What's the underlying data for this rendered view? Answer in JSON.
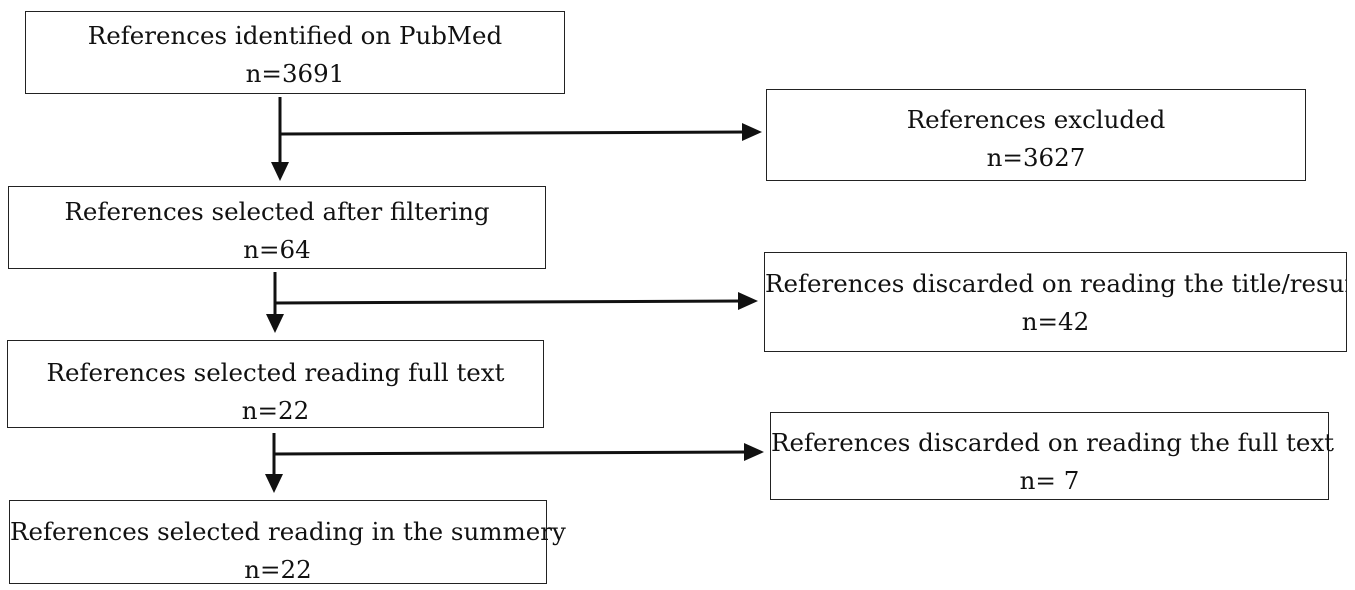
{
  "flow": {
    "identified": {
      "label": "References identified on PubMed",
      "count": "n=3691"
    },
    "filtered": {
      "label": "References selected after filtering",
      "count": "n=64"
    },
    "full_text": {
      "label": "References selected reading full text",
      "count": "n=22"
    },
    "summary": {
      "label": "References selected reading in the summery",
      "count": "n=22"
    }
  },
  "exclusions": {
    "excluded": {
      "label": "References excluded",
      "count": "n=3627"
    },
    "title_discarded": {
      "label": "References discarded on reading the title/resum",
      "count": "n=42"
    },
    "fulltext_discarded": {
      "label": "References discarded on reading the full text",
      "count": "n= 7"
    }
  },
  "colors": {
    "border": "#222222",
    "arrow": "#111111",
    "background": "#ffffff"
  }
}
